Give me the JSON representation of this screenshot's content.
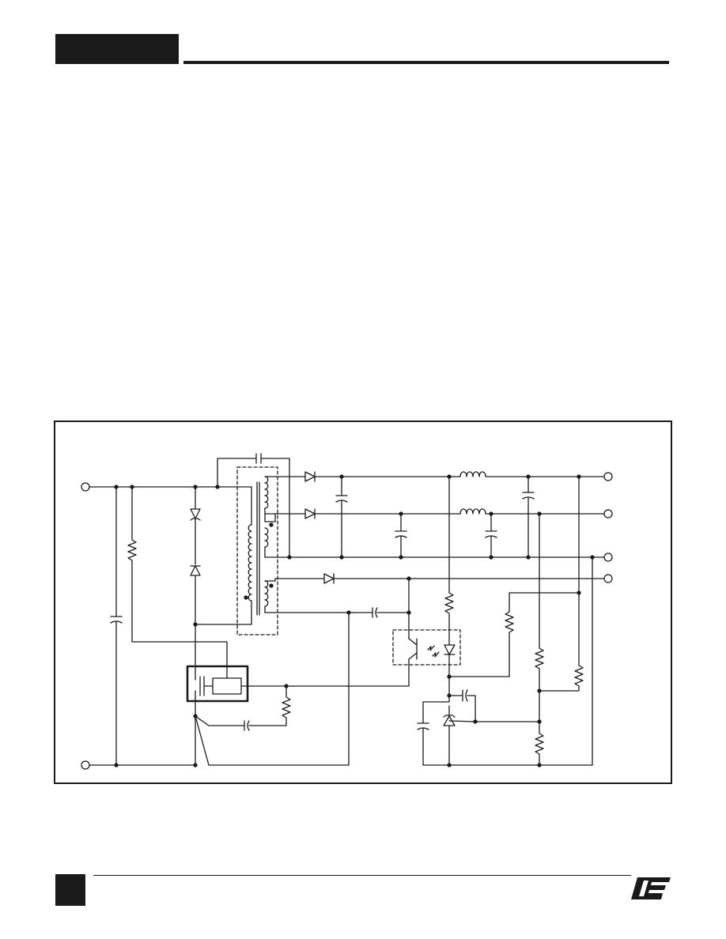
{
  "header": {
    "block_color": "#1a1a1a",
    "rule_color": "#1a1a1a"
  },
  "footer": {
    "block_color": "#1a1a1a",
    "logo": "power-integrations-logo-icon"
  },
  "figure": {
    "type": "flyback-power-supply-schematic",
    "terminals": [
      "ac-input-top",
      "ac-input-bottom",
      "output-1",
      "output-2",
      "output-common",
      "output-3"
    ]
  }
}
